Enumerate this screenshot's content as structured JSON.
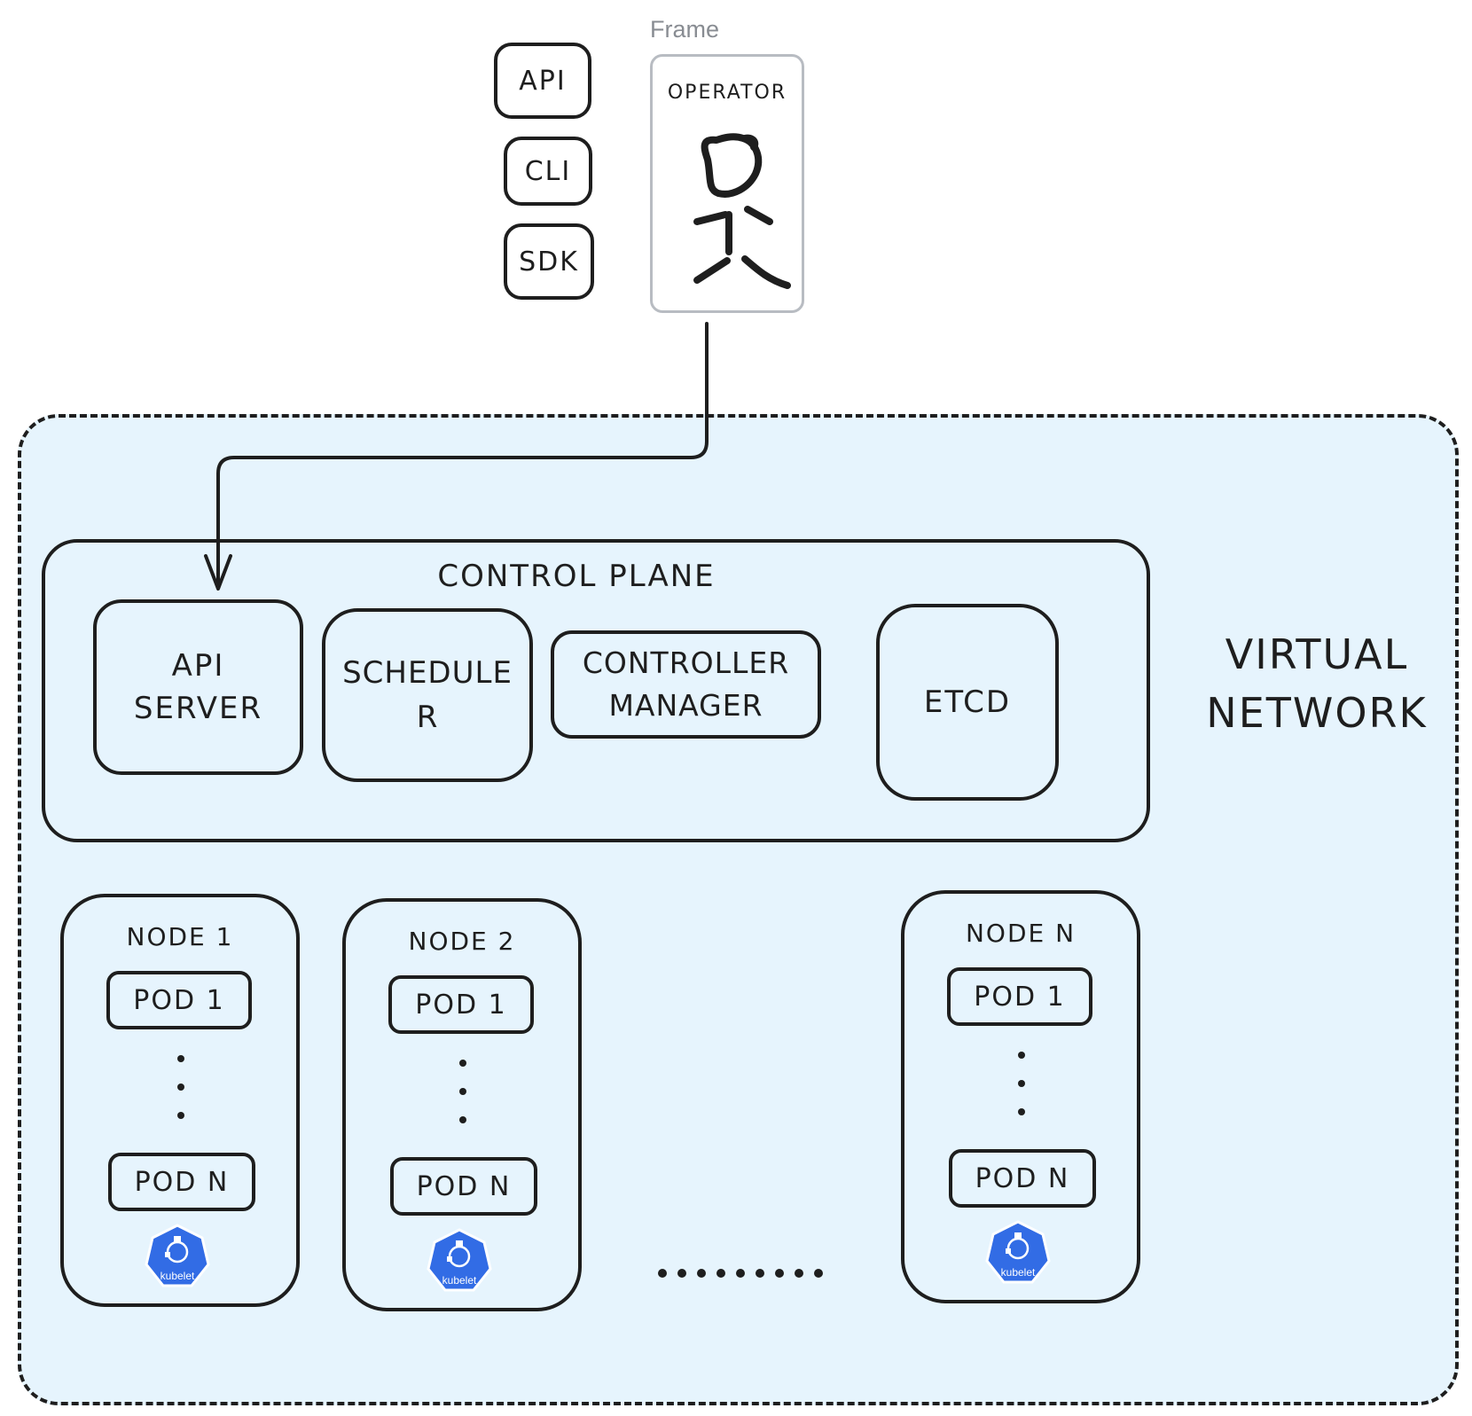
{
  "clients": [
    "API",
    "CLI",
    "SDK"
  ],
  "frame": {
    "caption": "Frame",
    "title": "OPERATOR"
  },
  "network": {
    "line1": "VIRTUAL",
    "line2": "NETWORK"
  },
  "control_plane": {
    "title": "CONTROL PLANE",
    "components": [
      {
        "line1": "API",
        "line2": "SERVER"
      },
      {
        "line1": "SCHEDULE",
        "line2": "R"
      },
      {
        "line1": "CONTROLLER",
        "line2": "MANAGER"
      },
      {
        "line1": "ETCD",
        "line2": ""
      }
    ]
  },
  "nodes": [
    {
      "title": "NODE 1",
      "pod_first": "POD 1",
      "pod_last": "POD N",
      "agent": "kubelet"
    },
    {
      "title": "NODE 2",
      "pod_first": "POD 1",
      "pod_last": "POD N",
      "agent": "kubelet"
    },
    {
      "title": "NODE N",
      "pod_first": "POD 1",
      "pod_last": "POD N",
      "agent": "kubelet"
    }
  ],
  "colors": {
    "network_fill": "#e6f4fd",
    "stroke": "#1e1e1e",
    "kubelet": "#326ce5",
    "frame_border": "#b8bcc2"
  }
}
